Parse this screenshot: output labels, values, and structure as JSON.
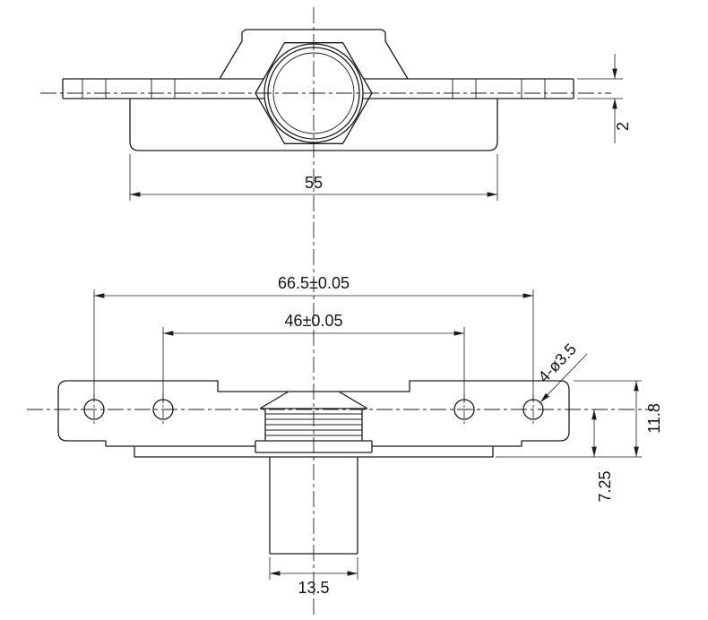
{
  "views": {
    "front": {
      "body_width": "55",
      "flange_thickness": "2"
    },
    "bottom": {
      "hole_span_outer": "66.5±0.05",
      "hole_span_inner": "46±0.05",
      "holes_callout": "4-ø3.5",
      "overall_height": "11.8",
      "center_to_base": "7.25",
      "stem_width": "13.5"
    }
  },
  "colors": {
    "line": "#1b1b1b",
    "background": "#ffffff"
  }
}
